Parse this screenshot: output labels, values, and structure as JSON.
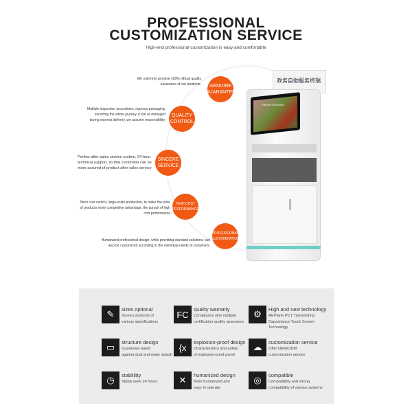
{
  "header": {
    "title_line1": "PROFESSIONAL",
    "title_line2": "CUSTOMIZATION SERVICE",
    "subtitle": "High-end professional customization is easy and comfortable"
  },
  "colors": {
    "accent": "#f05a14",
    "icon_bg": "#1c1c1c",
    "panel_bg": "#ececec"
  },
  "services": [
    {
      "label": "GENUINE GUARANTEE",
      "description": "We solemnly promise 100% official quality assurance of our products."
    },
    {
      "label": "QUALITY CONTROL",
      "description": "Multiple inspection procedures, rigorous packaging, escorting the whole journey, if lost or damaged during express delivery, we assume responsibility."
    },
    {
      "label": "SINCERE SERVICE",
      "description": "Perfect after-sales service system, 24-hour technical support, so that customers can be more assured of product after-sales service"
    },
    {
      "label": "HIGH COST PERFORMANCE",
      "description": "Strict cost control, large-scale production, to make the price of products more competitive advantage, the pursuit of high cost performance"
    },
    {
      "label": "PROFESSIONAL CUSTOMIZATION",
      "description": "Humanized professional design, while providing standard solutions, can also be customized according to the individual needs of customers."
    }
  ],
  "kiosk": {
    "sign_text": "政务自助服务终端",
    "screen_text": "FRESH ORGANIC"
  },
  "features": [
    {
      "icon": "ruler-pen-icon",
      "glyph": "✎",
      "title": "sizes optional",
      "lines": [
        "Screen products of",
        "various specifications"
      ]
    },
    {
      "icon": "fc-mark-icon",
      "glyph": "FC",
      "title": "quality warranty",
      "lines": [
        "Compliance with multiple",
        "certification quality assurance"
      ]
    },
    {
      "icon": "chat-gear-icon",
      "glyph": "⚙",
      "title": "High and new technology",
      "lines": [
        "All-Plane PCT Transmitting",
        "Capacitance Touch Screen",
        "Technology"
      ]
    },
    {
      "icon": "monitor-icon",
      "glyph": "▭",
      "title": "structure design",
      "lines": [
        "Guarantee panel",
        "against dust and water splash"
      ]
    },
    {
      "icon": "braces-x-icon",
      "glyph": "{x",
      "title": "explosion-proof design",
      "lines": [
        "Characteristics and safety",
        "of explosion-proof panel"
      ]
    },
    {
      "icon": "cloud-custom-icon",
      "glyph": "☁",
      "title": "customization service",
      "lines": [
        "Offer OEM/ODM",
        "customization service"
      ]
    },
    {
      "icon": "clock-icon",
      "glyph": "◷",
      "title": "stabilility",
      "lines": [
        "Stably work 24 hours"
      ]
    },
    {
      "icon": "tools-icon",
      "glyph": "✕",
      "title": "humanized design",
      "lines": [
        "More humanized and",
        "easy to operate"
      ]
    },
    {
      "icon": "rings-icon",
      "glyph": "◎",
      "title": "compatible",
      "lines": [
        "Compatibility and strong",
        "compatibility of various systems"
      ]
    }
  ]
}
